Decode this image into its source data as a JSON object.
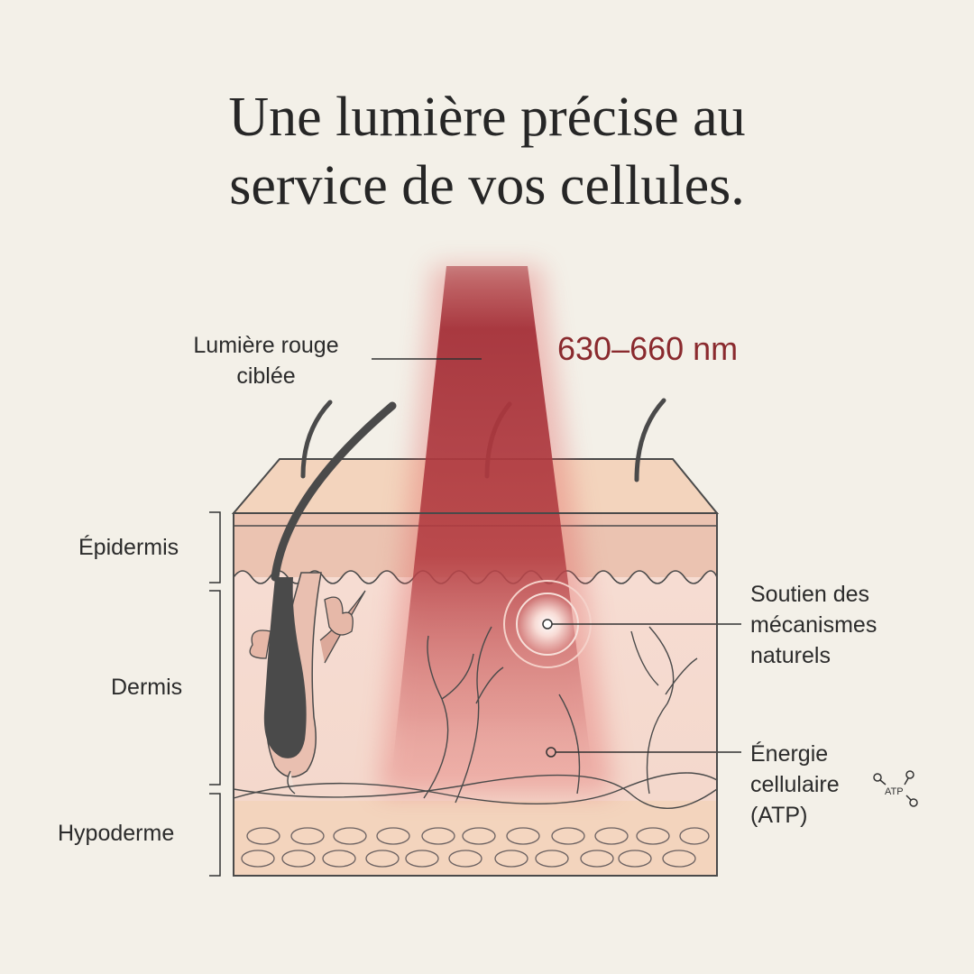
{
  "title": {
    "line1": "Une lumière précise au",
    "line2": "service de vos cellules."
  },
  "wavelength": "630–660 nm",
  "callouts": {
    "light": {
      "line1": "Lumière rouge",
      "line2": "ciblée"
    },
    "support": {
      "line1": "Soutien des",
      "line2": "mécanismes",
      "line3": "naturels"
    },
    "energy": {
      "line1": "Énergie",
      "line2": "cellulaire",
      "line3": "(ATP)",
      "icon_text": "ATP"
    }
  },
  "layers": {
    "epidermis": "Épidermis",
    "dermis": "Dermis",
    "hypodermis": "Hypoderme"
  },
  "colors": {
    "beam": "#a8343a",
    "wavelength": "#8a2a2e",
    "background": "#f3f0e8",
    "skin": "#f3d3c0"
  }
}
